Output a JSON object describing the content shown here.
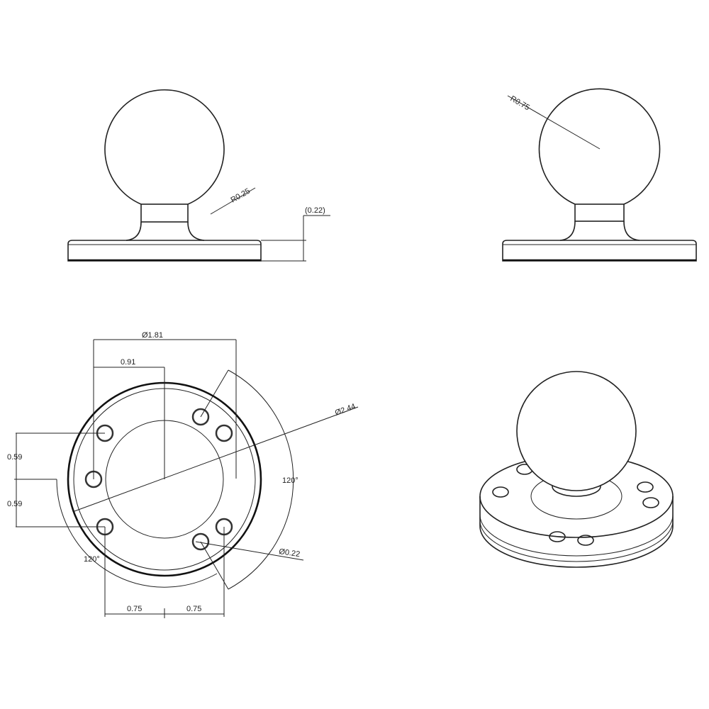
{
  "drawing": {
    "side_view": {
      "fillet_radius": "R0.25",
      "base_thickness": "(0.22)"
    },
    "side_view_right": {
      "ball_radius": "R0.75"
    },
    "top_view": {
      "bolt_circle_diameter": "Ø1.81",
      "half_bolt_circle": "0.91",
      "vertical_offset_upper": "0.59",
      "vertical_offset_lower": "0.59",
      "base_diameter": "Ø2.44",
      "angle_right": "120°",
      "angle_left": "120°",
      "hole_diameter": "Ø0.22",
      "horizontal_offset_left": "0.75",
      "horizontal_offset_right": "0.75"
    }
  },
  "colors": {
    "line": "#222222",
    "background": "#ffffff"
  }
}
